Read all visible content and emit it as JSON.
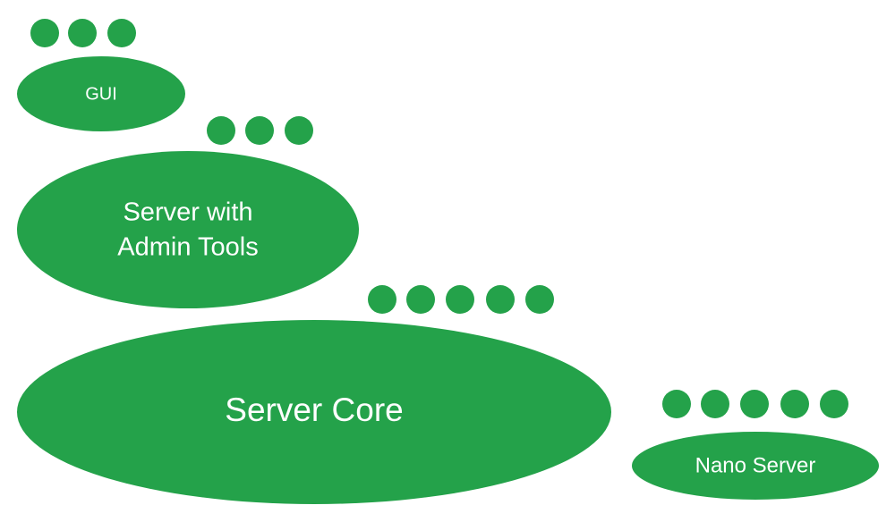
{
  "colors": {
    "accent": "#24A24A",
    "label": "#FFFFFF",
    "background": "#FFFFFF"
  },
  "shapes": {
    "gui": {
      "label": "GUI",
      "dot_count": 3
    },
    "admin": {
      "label_line1": "Server with",
      "label_line2": "Admin Tools",
      "dot_count": 3
    },
    "core": {
      "label": "Server Core",
      "dot_count": 5
    },
    "nano": {
      "label": "Nano Server",
      "dot_count": 5
    }
  }
}
